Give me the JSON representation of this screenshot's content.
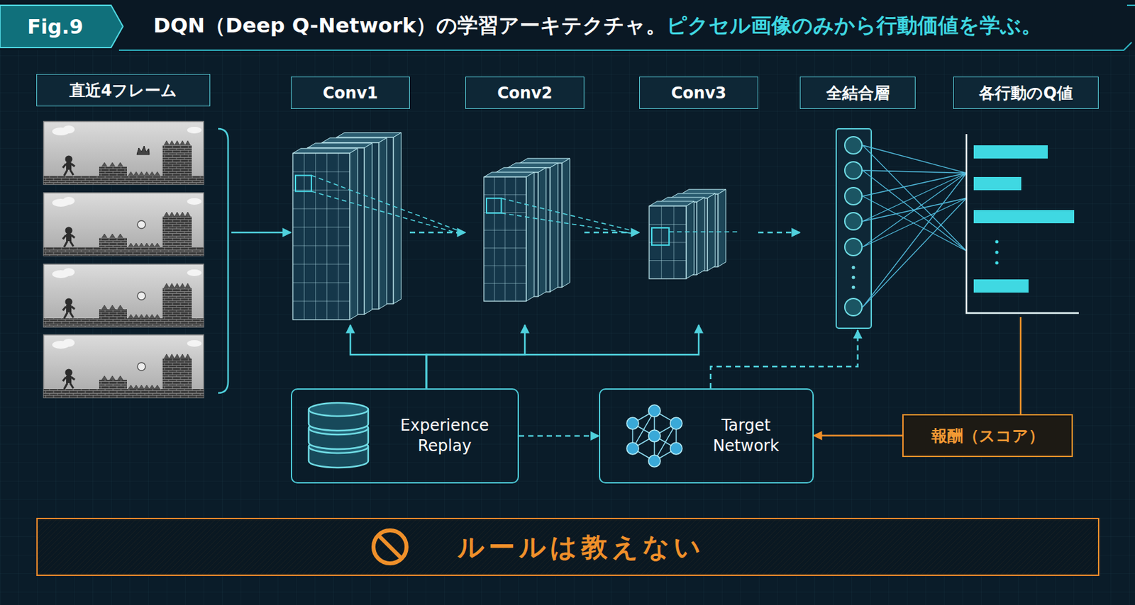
{
  "diagram": {
    "title": "DQN（Deep Q-Network）の学習アーキテクチャ。",
    "nodes": [
      {
        "text": [
          "Fig.9"
        ]
      },
      {
        "text": [
          "直近4フレーム"
        ]
      },
      {
        "text": [
          "Conv1"
        ]
      },
      {
        "text": [
          "Conv2"
        ]
      },
      {
        "text": [
          "Conv3"
        ]
      },
      {
        "text": [
          "全結合層"
        ]
      },
      {
        "text": [
          "各行動のQ値"
        ]
      },
      {
        "text": [
          "Experience Replay"
        ]
      },
      {
        "text": [
          "Target Network"
        ]
      },
      {
        "text": [
          "報酬（スコア）"
        ]
      },
      {
        "text": [
          "ルールは教えない"
        ]
      }
    ],
    "edges": [
      {
        "from": 1,
        "to": 2,
        "arrow": "to"
      },
      {
        "from": 2,
        "to": 3,
        "arrow": "to"
      },
      {
        "from": 3,
        "to": 4,
        "arrow": "to"
      },
      {
        "from": 4,
        "to": 5,
        "arrow": "to"
      },
      {
        "from": 7,
        "to": 2,
        "arrow": "to"
      },
      {
        "from": 7,
        "to": 3,
        "arrow": "to"
      },
      {
        "from": 7,
        "to": 4,
        "arrow": "to"
      },
      {
        "from": 7,
        "to": 8,
        "arrow": "to"
      },
      {
        "from": 8,
        "to": 5,
        "arrow": "to"
      },
      {
        "from": 6,
        "to": 9,
        "arrow": "none"
      },
      {
        "from": 9,
        "to": 8,
        "arrow": "to"
      }
    ],
    "labels": [
      "ピクセル画像のみから行動価値を学ぶ。"
    ]
  }
}
